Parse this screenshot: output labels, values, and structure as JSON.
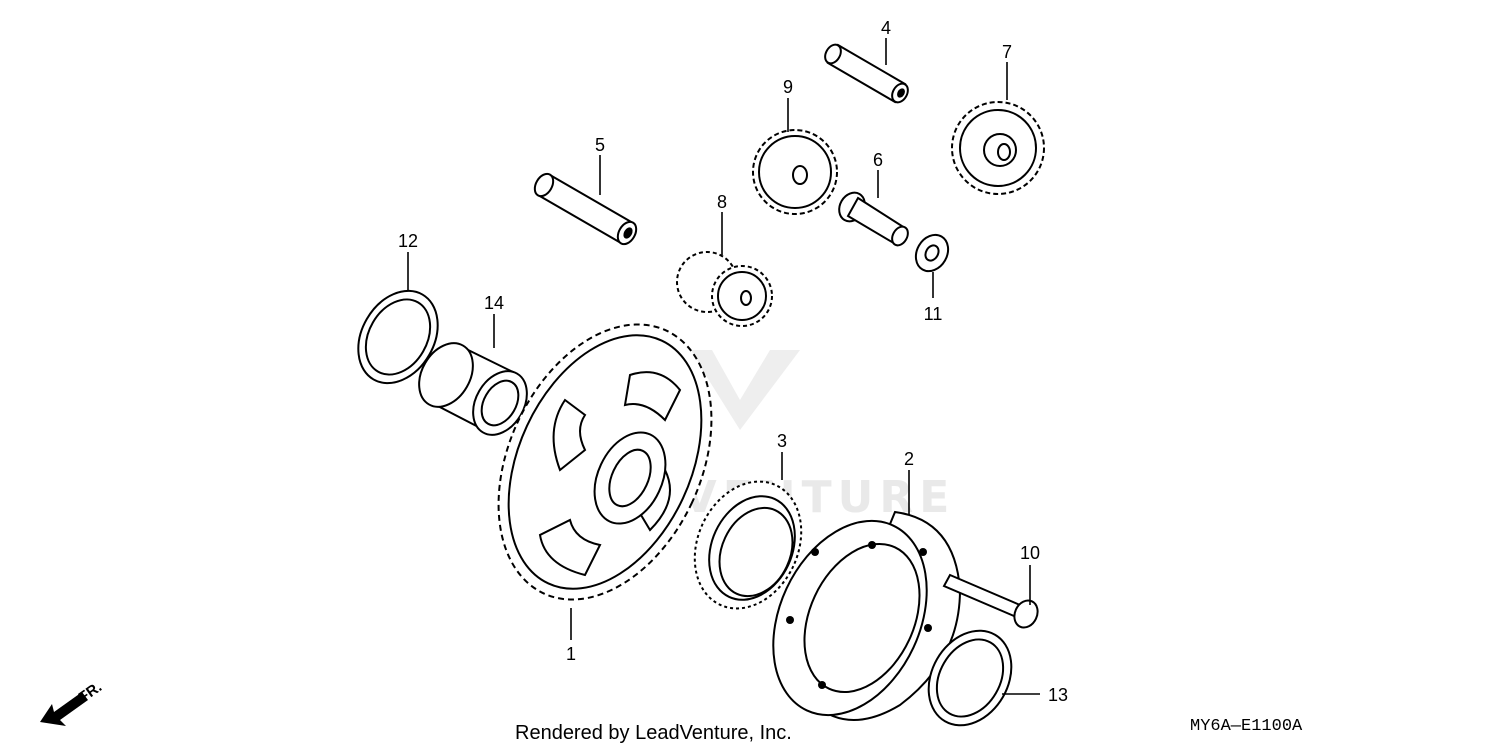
{
  "diagram": {
    "callouts": [
      {
        "id": "1",
        "text": "1"
      },
      {
        "id": "2",
        "text": "2"
      },
      {
        "id": "3",
        "text": "3"
      },
      {
        "id": "4",
        "text": "4"
      },
      {
        "id": "5",
        "text": "5"
      },
      {
        "id": "6",
        "text": "6"
      },
      {
        "id": "7",
        "text": "7"
      },
      {
        "id": "8",
        "text": "8"
      },
      {
        "id": "9",
        "text": "9"
      },
      {
        "id": "10",
        "text": "10"
      },
      {
        "id": "11",
        "text": "11"
      },
      {
        "id": "12",
        "text": "12"
      },
      {
        "id": "13",
        "text": "13"
      },
      {
        "id": "14",
        "text": "14"
      }
    ],
    "direction_label": "FR.",
    "watermark_text": "LEADVENTURE",
    "footer_text": "Rendered by LeadVenture, Inc.",
    "diagram_code": "MY6A—E1100A"
  }
}
